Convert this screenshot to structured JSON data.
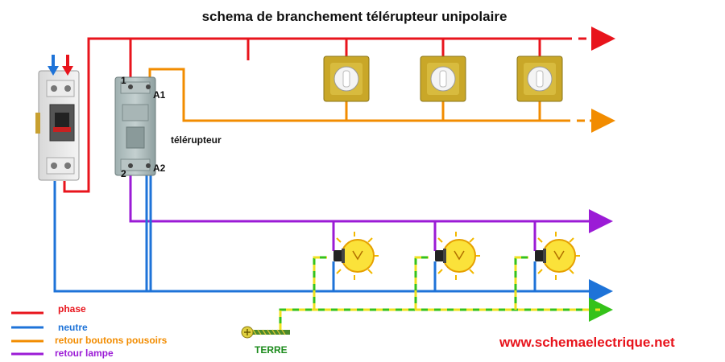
{
  "title": "schema de branchement télérupteur unipolaire",
  "labels": {
    "terminal_1": "1",
    "terminal_2": "2",
    "terminal_a1": "A1",
    "terminal_a2": "A2",
    "telerupteur": "télérupteur",
    "terre": "TERRE",
    "website": "www.schemaelectrique.net"
  },
  "legend": [
    {
      "label": "phase",
      "color": "#e8141c"
    },
    {
      "label": "neutre",
      "color": "#1e73d8"
    },
    {
      "label": "retour boutons pousoirs",
      "color": "#f28c00"
    },
    {
      "label": "retour lampe",
      "color": "#9b1bd6"
    }
  ],
  "colors": {
    "phase": "#e8141c",
    "neutre": "#1e73d8",
    "retour_boutons": "#f28c00",
    "retour_lampe": "#9b1bd6",
    "terre_green": "#35c21a",
    "terre_yellow": "#f0e020",
    "website": "#e8141c",
    "terre_text": "#1a8a1a",
    "switch_plate": "#c9a728"
  },
  "components": {
    "push_buttons": [
      "push-button",
      "push-button",
      "push-button"
    ],
    "lamps": [
      "lamp",
      "lamp",
      "lamp"
    ],
    "breaker": "circuit-breaker",
    "relay": "telerupteur-module"
  }
}
